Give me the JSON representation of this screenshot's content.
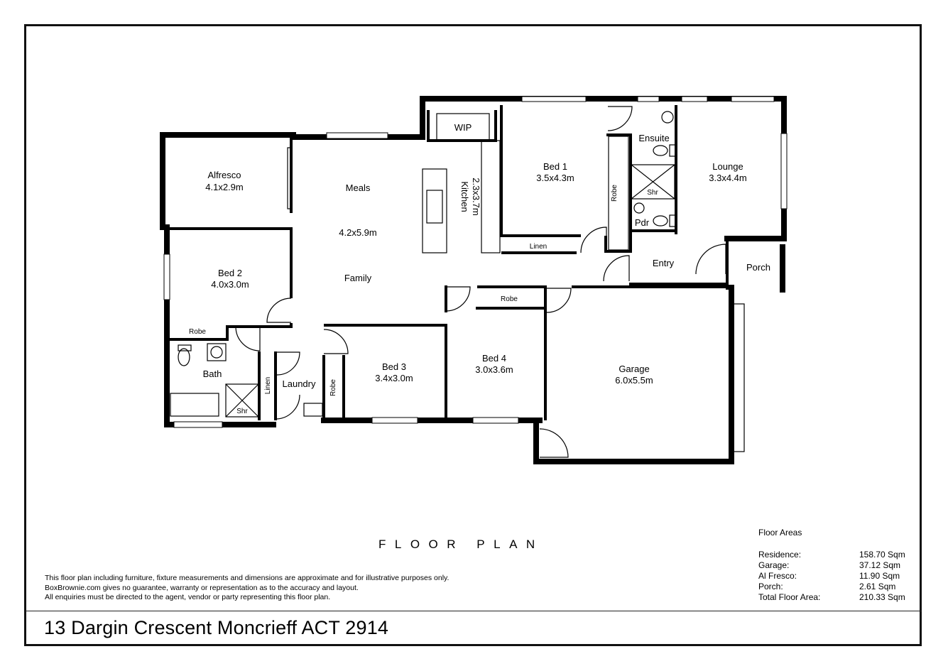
{
  "address": "13 Dargin Crescent Moncrieff ACT 2914",
  "heading": "FLOOR PLAN",
  "disclaimer": [
    "This floor plan including furniture, fixture measurements and dimensions are approximate and for illustrative purposes only.",
    "BoxBrownie.com gives no guarantee, warranty or representation as to the accuracy and layout.",
    "All enquiries must be directed to the agent, vendor or party representing this floor plan."
  ],
  "floor_areas": {
    "title": "Floor Areas",
    "rows": [
      {
        "label": "Residence:",
        "value": "158.70 Sqm"
      },
      {
        "label": "Garage:",
        "value": "37.12 Sqm"
      },
      {
        "label": "Al Fresco:",
        "value": "11.90 Sqm"
      },
      {
        "label": "Porch:",
        "value": "2.61 Sqm"
      },
      {
        "label": "Total Floor Area:",
        "value": "210.33 Sqm"
      }
    ]
  },
  "rooms": {
    "alfresco": {
      "name": "Alfresco",
      "size": "4.1x2.9m"
    },
    "meals": {
      "name": "Meals"
    },
    "meals_size": "4.2x5.9m",
    "family": {
      "name": "Family"
    },
    "kitchen": {
      "name": "Kitchen",
      "size": "2.3x3.7m"
    },
    "wip": {
      "name": "WIP"
    },
    "bed1": {
      "name": "Bed 1",
      "size": "3.5x4.3m"
    },
    "ensuite": {
      "name": "Ensuite"
    },
    "lounge": {
      "name": "Lounge",
      "size": "3.3x4.4m"
    },
    "bed2": {
      "name": "Bed 2",
      "size": "4.0x3.0m"
    },
    "bath": {
      "name": "Bath"
    },
    "laundry": {
      "name": "Laundry"
    },
    "bed3": {
      "name": "Bed 3",
      "size": "3.4x3.0m"
    },
    "bed4": {
      "name": "Bed 4",
      "size": "3.0x3.6m"
    },
    "garage": {
      "name": "Garage",
      "size": "6.0x5.5m"
    },
    "entry": {
      "name": "Entry"
    },
    "porch": {
      "name": "Porch"
    },
    "pdr": {
      "name": "Pdr"
    }
  },
  "fixtures": {
    "robe": "Robe",
    "linen": "Linen",
    "shr": "Shr"
  }
}
